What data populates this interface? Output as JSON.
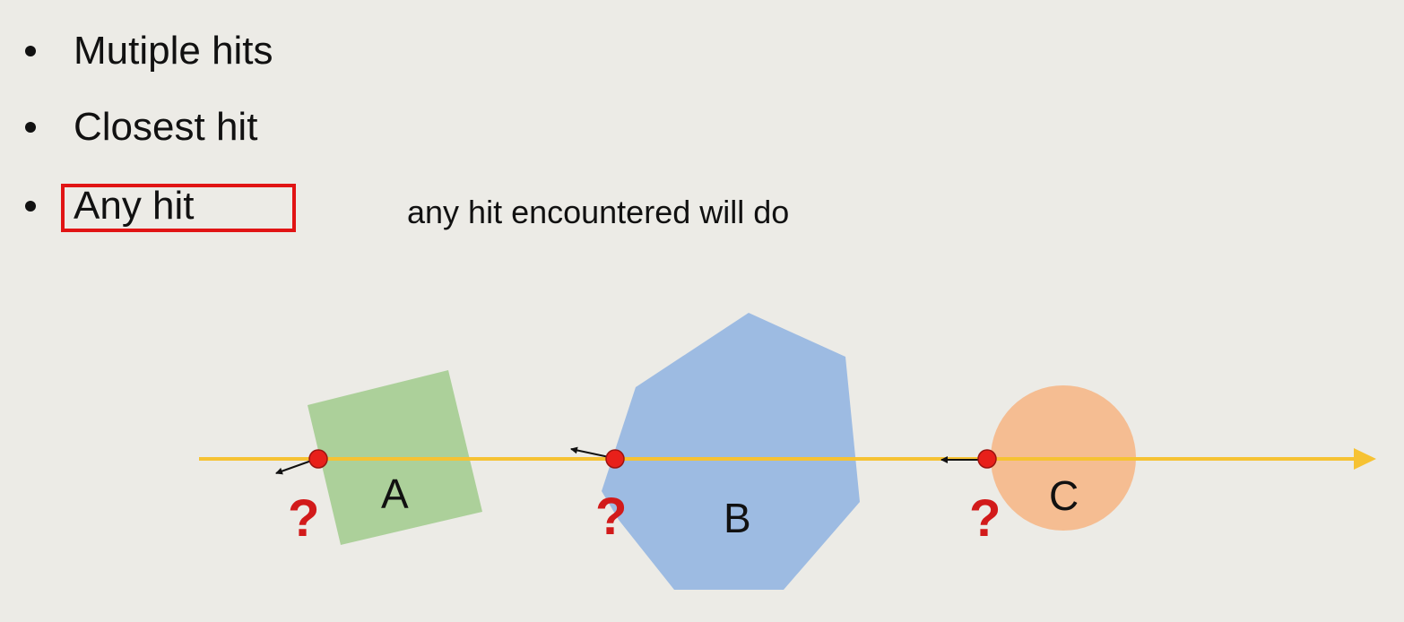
{
  "bullets": {
    "items": [
      {
        "label": "Mutiple hits"
      },
      {
        "label": "Closest hit"
      },
      {
        "label": "Any hit"
      }
    ]
  },
  "note": "any hit encountered will do",
  "diagram": {
    "shapes": [
      {
        "label": "A",
        "kind": "rotated-square",
        "color": "#acd09a"
      },
      {
        "label": "B",
        "kind": "polygon",
        "color": "#9dbbe2"
      },
      {
        "label": "C",
        "kind": "circle",
        "color": "#f5bd92"
      }
    ],
    "hit_marker": "?",
    "ray_color": "#f6c233",
    "hit_point_color": "#e8201a",
    "highlight_color": "#e11414"
  }
}
